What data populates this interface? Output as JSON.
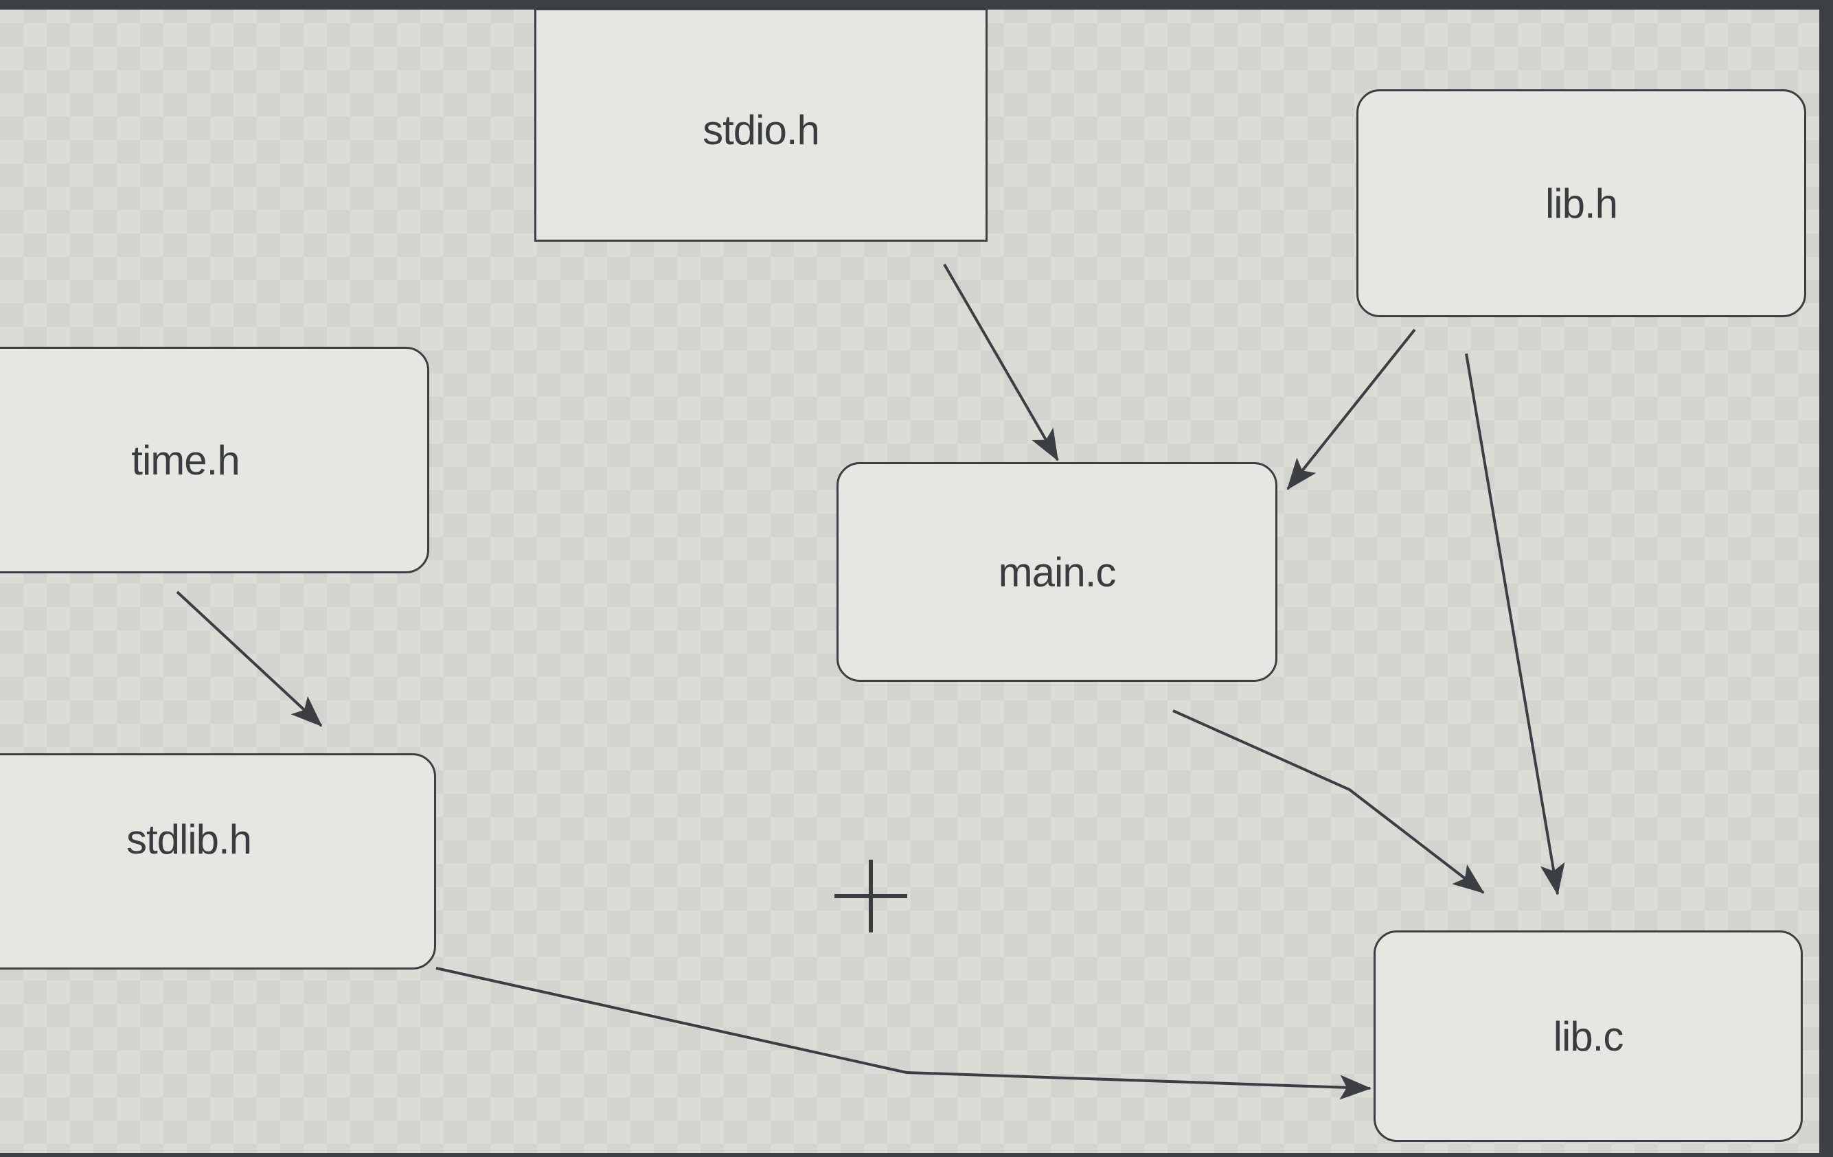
{
  "diagram": {
    "nodes": {
      "stdio_h": "stdio.h",
      "lib_h": "lib.h",
      "time_h": "time.h",
      "main_c": "main.c",
      "stdlib_h": "stdlib.h",
      "lib_c": "lib.c"
    },
    "edges": [
      {
        "from": "stdio.h",
        "to": "main.c"
      },
      {
        "from": "lib.h",
        "to": "main.c"
      },
      {
        "from": "lib.h",
        "to": "lib.c"
      },
      {
        "from": "time.h",
        "to": "stdlib.h"
      },
      {
        "from": "main.c",
        "to": "lib.c"
      },
      {
        "from": "stdlib.h",
        "to": "lib.c"
      }
    ]
  },
  "colors": {
    "background": "#dcdcd7",
    "node_fill": "#e6e6e2",
    "stroke": "#3b3e42"
  },
  "icons": {
    "cursor": "crosshair-cursor-icon"
  }
}
